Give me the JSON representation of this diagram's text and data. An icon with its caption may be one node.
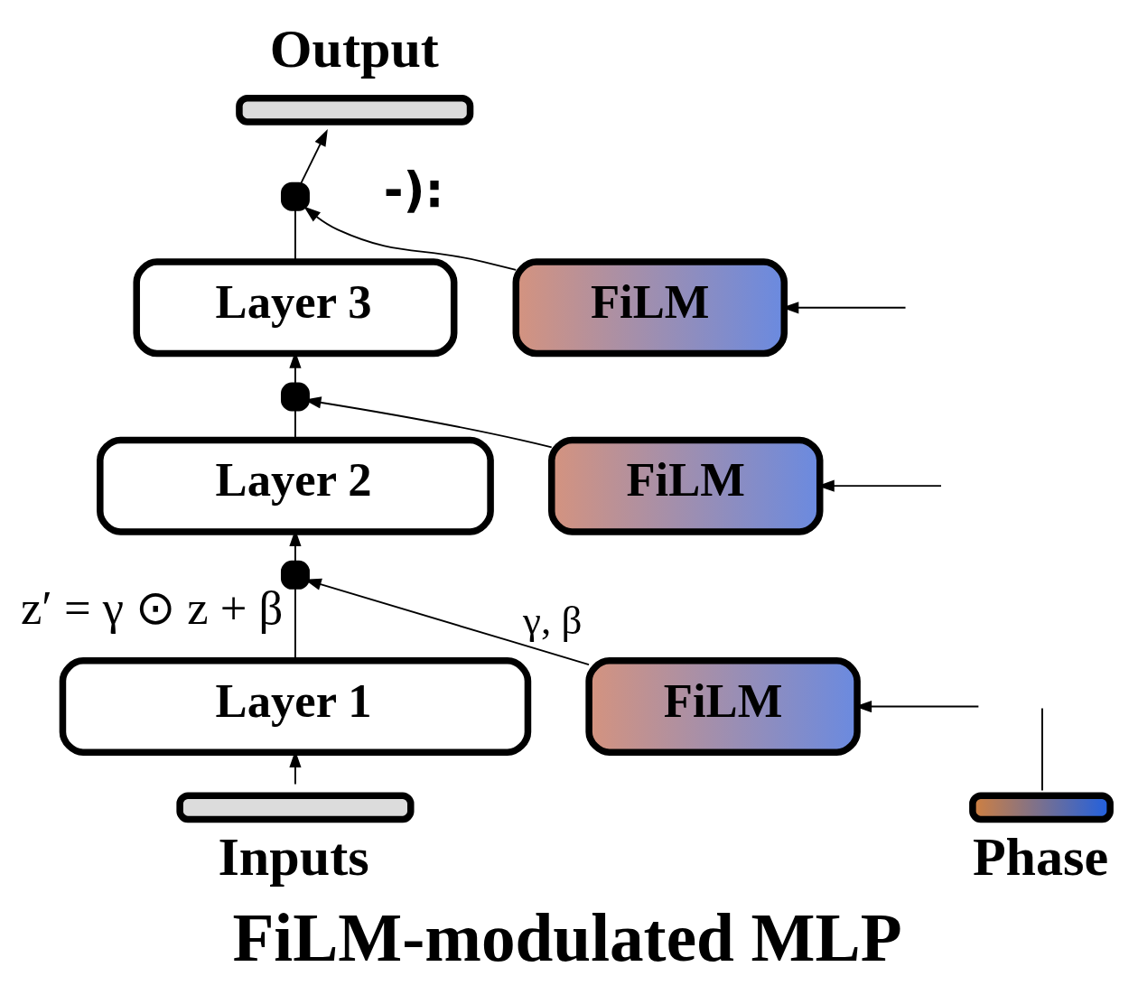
{
  "diagram": {
    "caption": "FiLM-modulated MLP",
    "nodes": [
      {
        "text": [
          "Output"
        ]
      },
      {
        "text": [],
        "shape": "box"
      },
      {
        "text": [
          "Layer 3"
        ]
      },
      {
        "text": [
          "FiLM"
        ]
      },
      {
        "text": [],
        "shape": "box"
      },
      {
        "text": [
          "Layer 2"
        ]
      },
      {
        "text": [
          "FiLM"
        ]
      },
      {
        "text": [],
        "shape": "box",
        "beside": [
          "z′ = γ ⊙ z + β"
        ]
      },
      {
        "text": [
          "Layer 1"
        ]
      },
      {
        "text": [
          "FiLM"
        ]
      },
      {
        "text": [
          "Inputs"
        ]
      },
      {
        "text": [
          "Phase"
        ]
      }
    ],
    "edges": [
      {
        "from": 10,
        "to": 8,
        "arrow": "to"
      },
      {
        "from": 8,
        "to": 7,
        "arrow": "none"
      },
      {
        "from": 7,
        "to": 5,
        "arrow": "to"
      },
      {
        "from": 5,
        "to": 4,
        "arrow": "none"
      },
      {
        "from": 4,
        "to": 2,
        "arrow": "to"
      },
      {
        "from": 2,
        "to": 1,
        "arrow": "none"
      },
      {
        "from": 1,
        "to": 0,
        "arrow": "to"
      },
      {
        "from": 9,
        "to": 7,
        "arrow": "to",
        "label": "γ, β"
      },
      {
        "from": 6,
        "to": 4,
        "arrow": "to"
      },
      {
        "from": 3,
        "to": 1,
        "arrow": "to"
      },
      {
        "from": null,
        "to": 3,
        "arrow": "to"
      },
      {
        "from": null,
        "to": 6,
        "arrow": "to"
      },
      {
        "from": null,
        "to": 9,
        "arrow": "to"
      },
      {
        "from": 11,
        "to": null,
        "arrow": "none"
      }
    ],
    "labels": [
      "-):"
    ]
  }
}
